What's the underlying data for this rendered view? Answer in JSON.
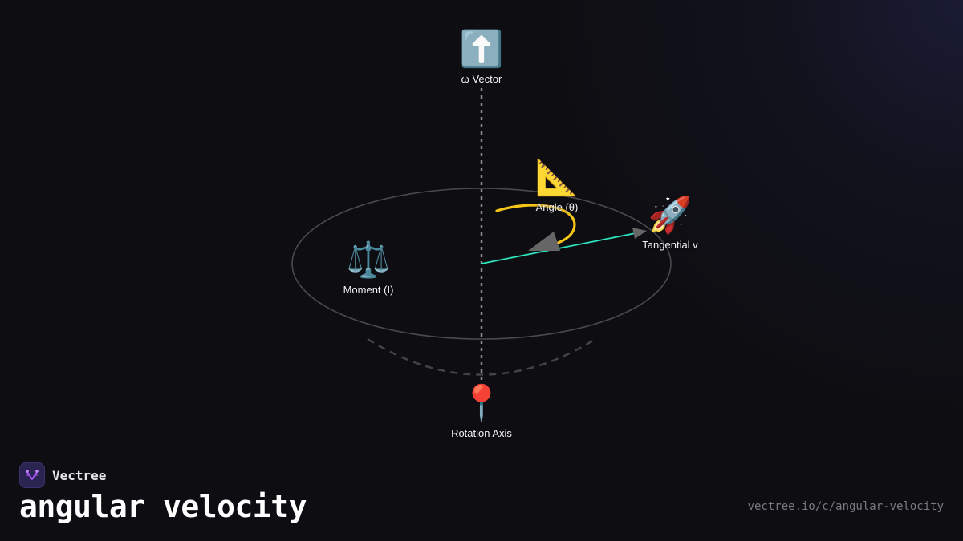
{
  "diagram": {
    "title": "angular velocity",
    "colors": {
      "background": "#0e0e12",
      "orbit": "#4a4a4e",
      "axis": "#8a8a8e",
      "radius_line": "#2ee6c0",
      "angle_arc": "#f5c518",
      "arrowhead": "#666666"
    },
    "nodes": [
      {
        "id": "omega-vector",
        "icon": "up-arrow-icon",
        "emoji": "⬆️",
        "label": "ω Vector"
      },
      {
        "id": "angle",
        "icon": "triangular-ruler-icon",
        "emoji": "📐",
        "label": "Angle (θ)"
      },
      {
        "id": "tangential-velocity",
        "icon": "rocket-icon",
        "emoji": "🚀",
        "label": "Tangential v"
      },
      {
        "id": "moment",
        "icon": "balance-scale-icon",
        "emoji": "⚖️",
        "label": "Moment (I)"
      },
      {
        "id": "rotation-axis",
        "icon": "pushpin-icon",
        "emoji": "📍",
        "label": "Rotation Axis"
      }
    ]
  },
  "brand": {
    "name": "Vectree",
    "logo_icon": "vectree-logo-icon",
    "accent": "#a855f7"
  },
  "footer": {
    "url": "vectree.io/c/angular-velocity"
  }
}
